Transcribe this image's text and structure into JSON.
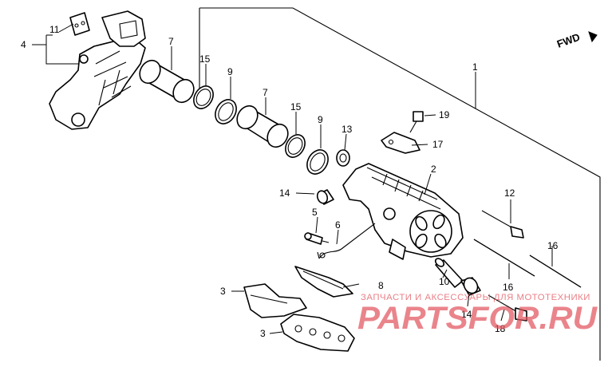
{
  "direction_marker": "FWD",
  "callouts": [
    "1",
    "2",
    "3",
    "3",
    "4",
    "5",
    "6",
    "7",
    "7",
    "8",
    "9",
    "9",
    "10",
    "11",
    "12",
    "13",
    "14",
    "14",
    "15",
    "15",
    "16",
    "16",
    "17",
    "18",
    "19"
  ],
  "watermark": {
    "brand": "PARTSFOR.RU",
    "tagline": "ЗАПЧАСТИ И АКСЕССУАРЫ ДЛЯ МОТОТЕХНИКИ"
  },
  "colors": {
    "line": "#000000",
    "watermark": "#e2545e",
    "background": "#ffffff"
  }
}
